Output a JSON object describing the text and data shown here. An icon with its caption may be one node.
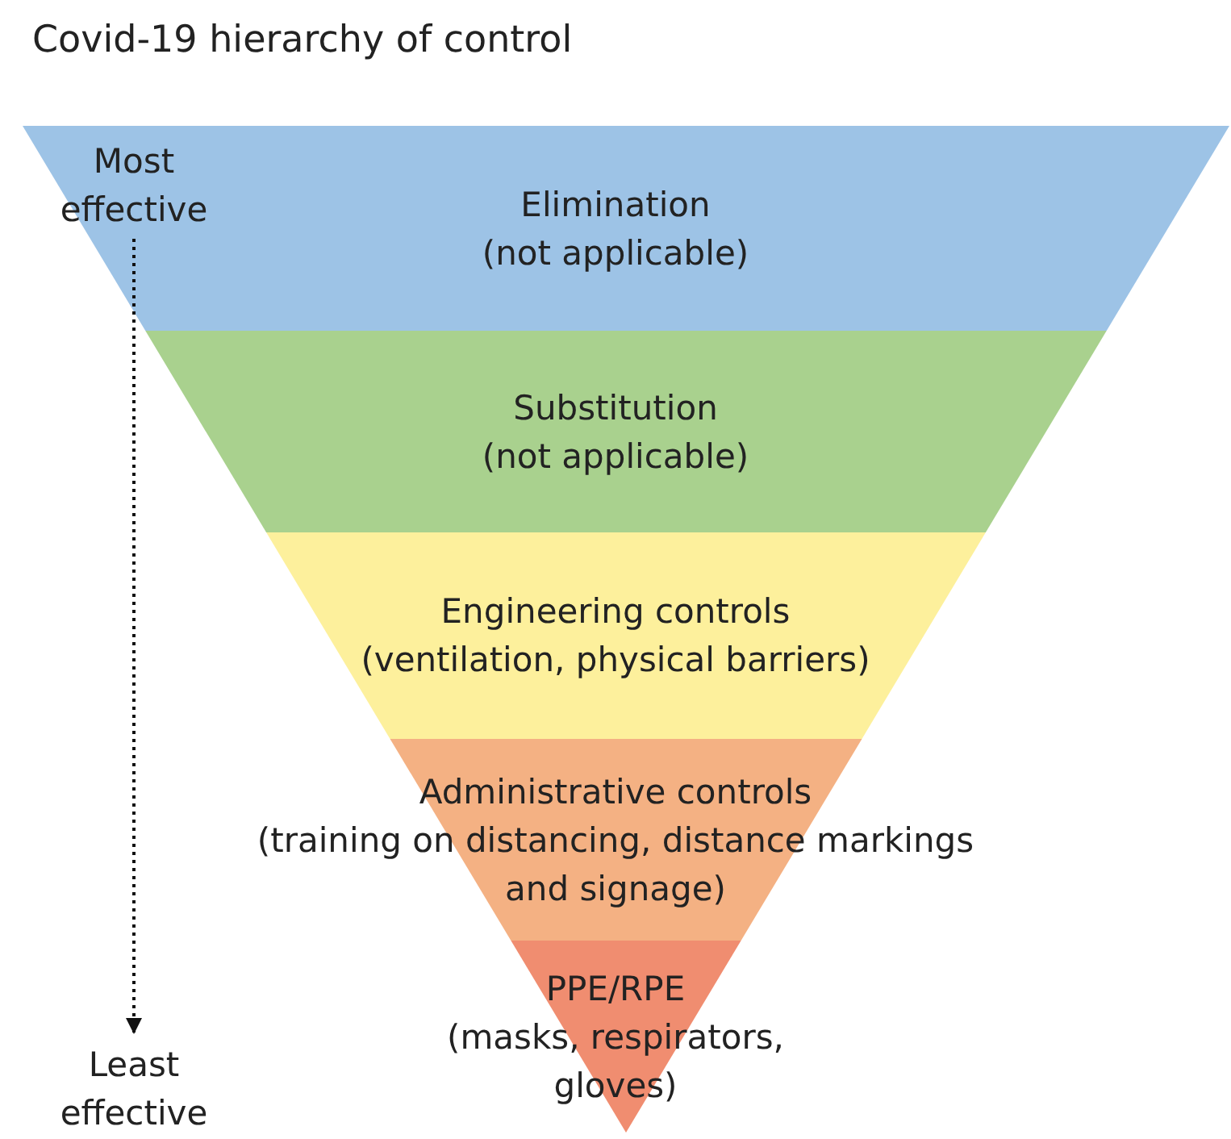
{
  "diagram": {
    "title": "Covid-19 hierarchy of control",
    "nodes": [
      {
        "text": [
          "Elimination",
          "(not applicable)"
        ]
      },
      {
        "text": [
          "Substitution",
          "(not applicable)"
        ]
      },
      {
        "text": [
          "Engineering controls",
          "(ventilation, physical barriers)"
        ]
      },
      {
        "text": [
          "Administrative controls",
          "(training on distancing, distance markings and signage)"
        ]
      },
      {
        "text": [
          "PPE/RPE",
          "(masks, respirators, gloves)"
        ]
      }
    ],
    "labels": [
      "Most effective",
      "Least effective"
    ]
  }
}
